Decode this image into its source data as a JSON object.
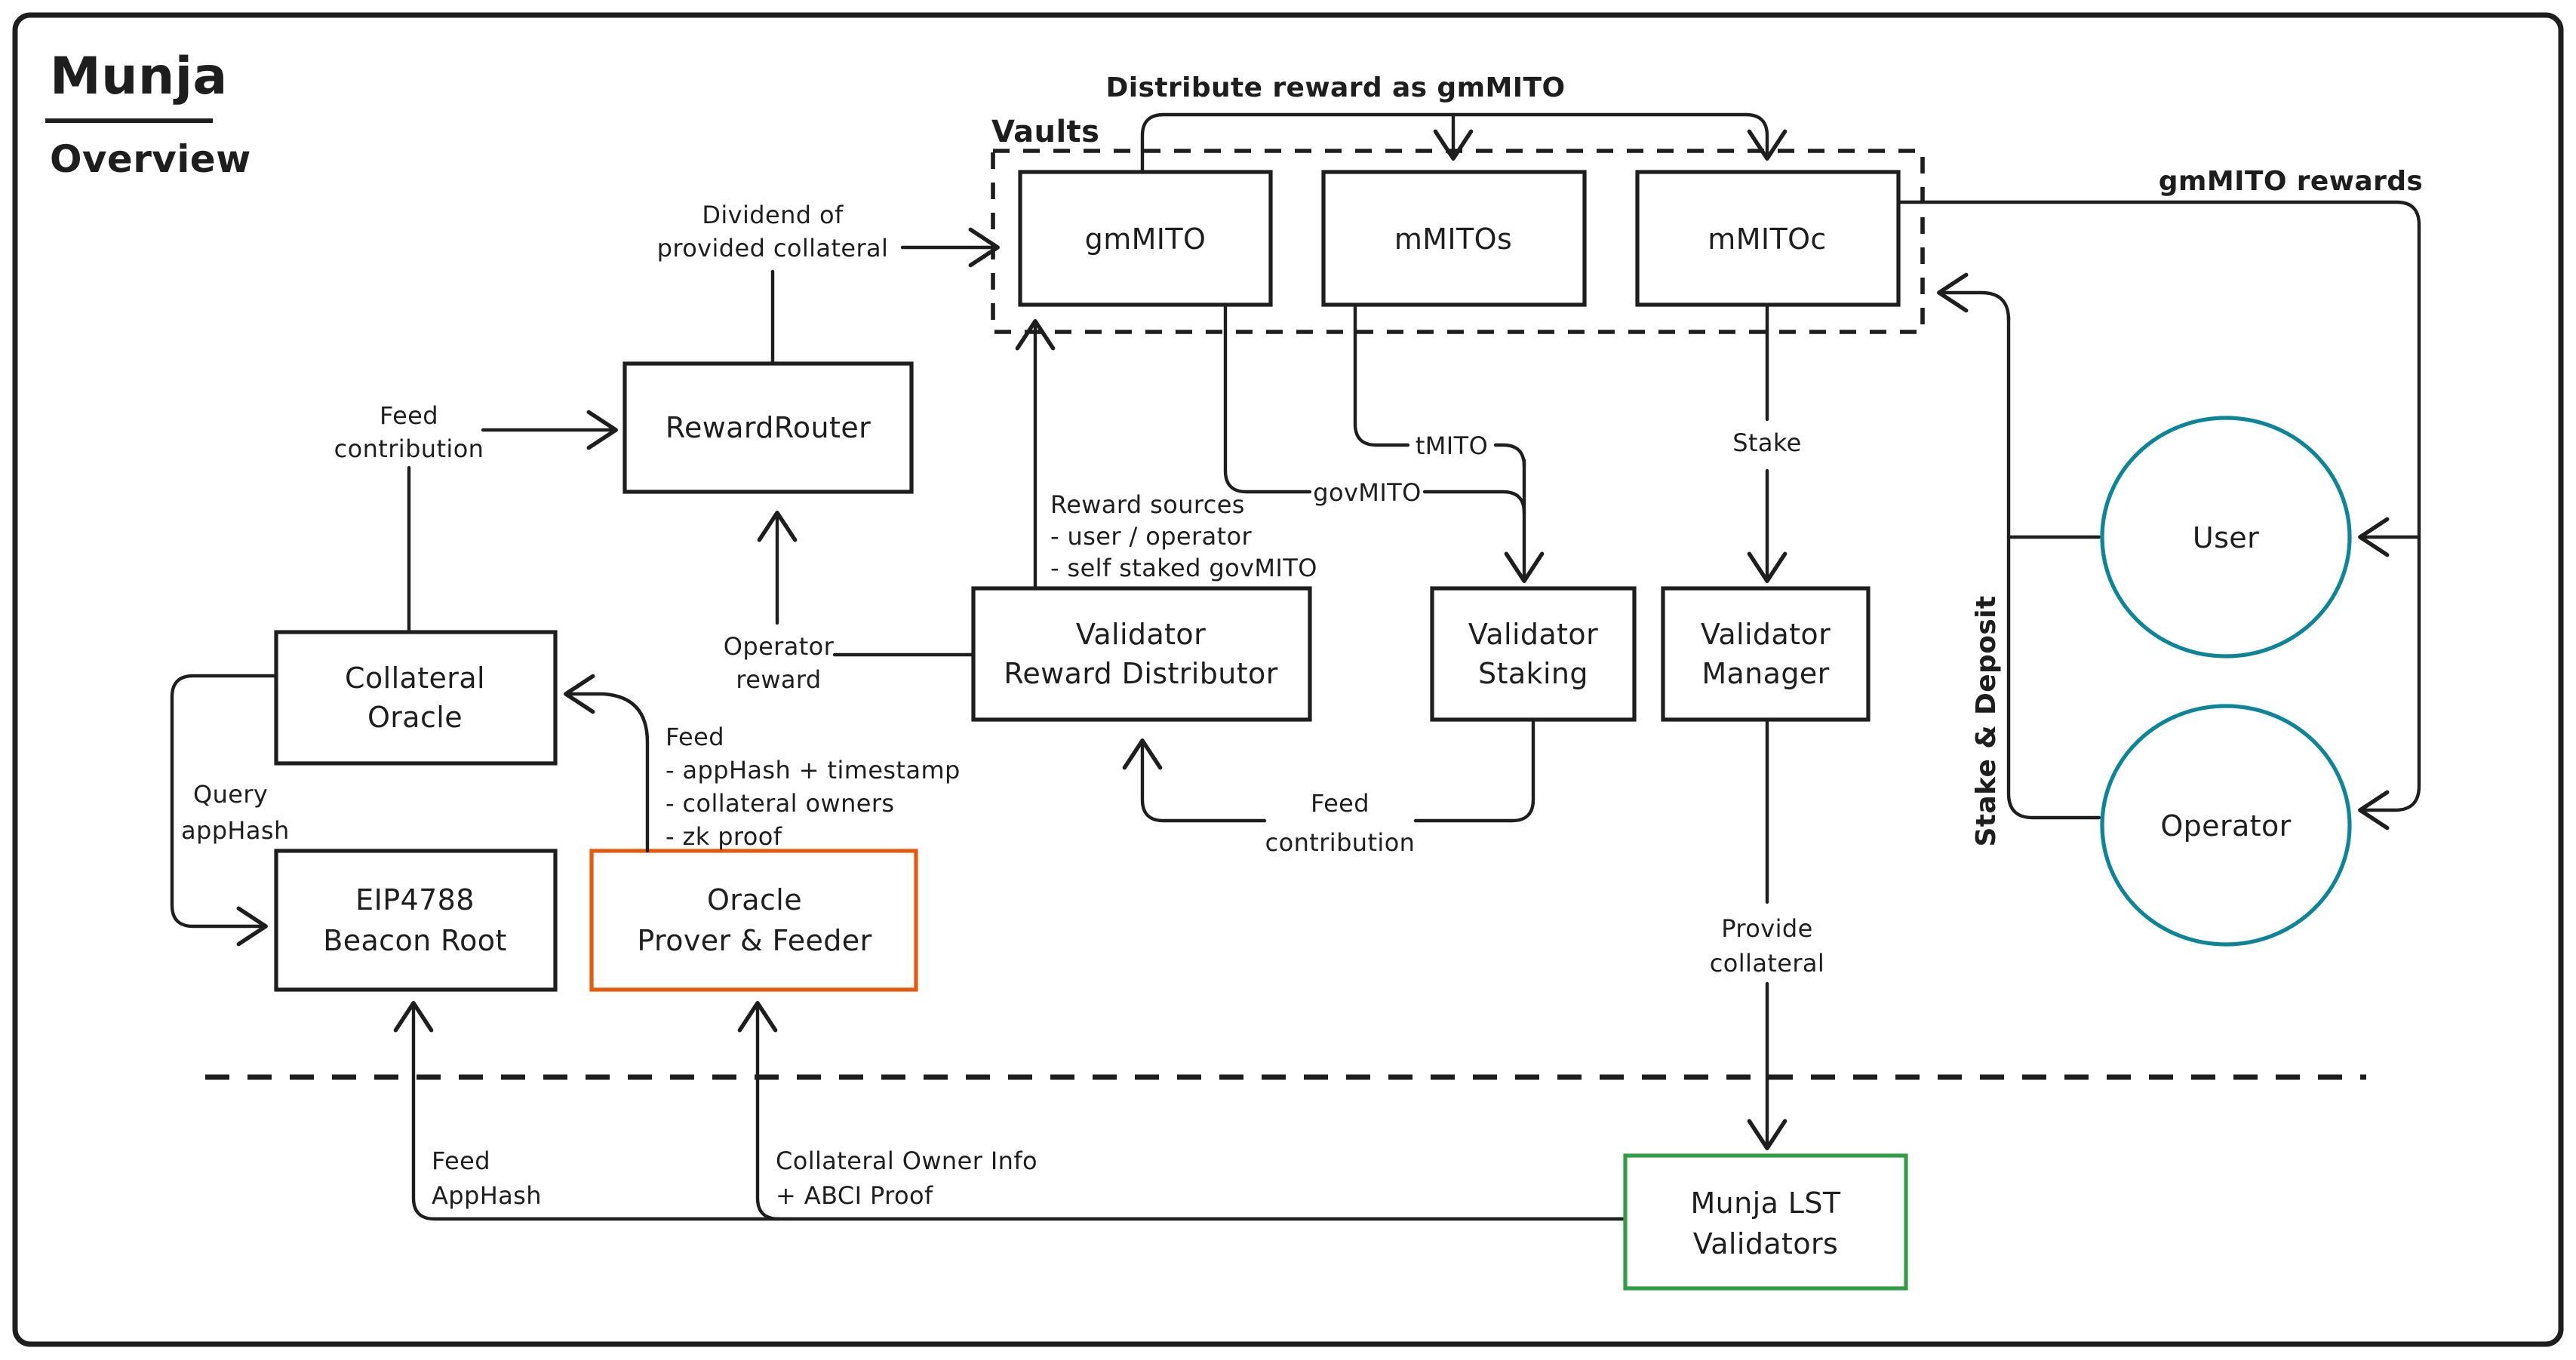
{
  "colors": {
    "ink": "#1e1e1e",
    "purple": "#7048e8",
    "teal_green": "#099268",
    "green": "#2f9e44",
    "blue": "#1971c2",
    "teal": "#0c8599",
    "orange": "#e8590c"
  },
  "title": {
    "name": "Munja",
    "page": "Overview"
  },
  "vaults": {
    "label": "Vaults",
    "tokens": [
      "gmMITO",
      "mMITOs",
      "mMITOc"
    ]
  },
  "nodes": {
    "reward_router": "RewardRouter",
    "collateral_oracle": [
      "Collateral",
      "Oracle"
    ],
    "eip4788": [
      "EIP4788",
      "Beacon Root"
    ],
    "oracle_prover": [
      "Oracle",
      "Prover & Feeder"
    ],
    "validator_reward_distributor": [
      "Validator",
      "Reward Distributor"
    ],
    "validator_staking": [
      "Validator",
      "Staking"
    ],
    "validator_manager": [
      "Validator",
      "Manager"
    ],
    "munja_lst": [
      "Munja LST",
      "Validators"
    ]
  },
  "actors": {
    "user": "User",
    "operator": "Operator"
  },
  "edge_labels": {
    "distribute": "Distribute reward as gmMITO",
    "gmmito_rewards": "gmMITO rewards",
    "stake_deposit": "Stake & Deposit",
    "feed_contribution_top": [
      "Feed",
      "contribution"
    ],
    "dividend": [
      "Dividend of",
      "provided collateral"
    ],
    "operator_reward": [
      "Operator",
      "reward"
    ],
    "reward_sources": [
      "Reward sources",
      "- user / operator",
      "- self staked govMITO"
    ],
    "tmito": "tMITO",
    "govmito": "govMITO",
    "stake": "Stake",
    "feed_contribution_bottom": [
      "Feed",
      "contribution"
    ],
    "provide_collateral": [
      "Provide",
      "collateral"
    ],
    "query_apphash": [
      "Query",
      "appHash"
    ],
    "feed_details": [
      "Feed",
      "- appHash + timestamp",
      "- collateral owners",
      "- zk proof"
    ],
    "feed_apphash": [
      "Feed",
      "AppHash"
    ],
    "collateral_owner_info": [
      "Collateral Owner Info",
      "+ ABCI Proof"
    ]
  }
}
